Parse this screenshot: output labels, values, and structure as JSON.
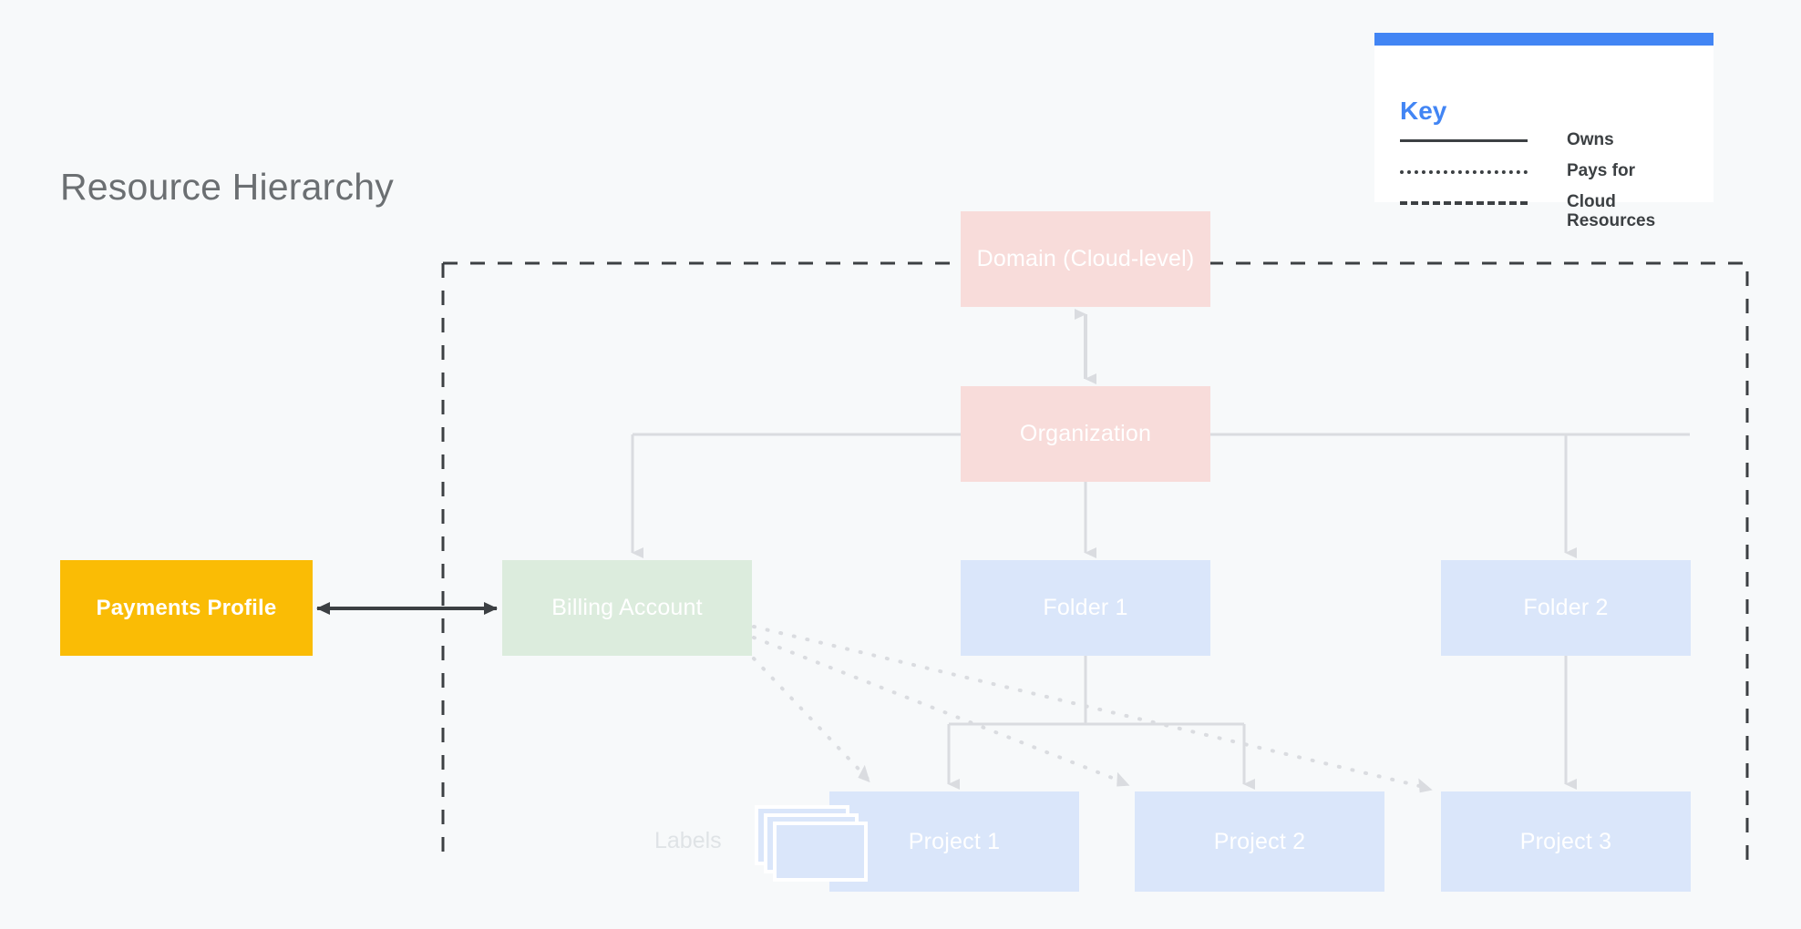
{
  "page": {
    "title": "Resource Hierarchy",
    "background_color": "#f7f9fa"
  },
  "key_panel": {
    "title": "Key",
    "header_color": "#4285f4",
    "title_color": "#4285f4",
    "rows": [
      {
        "style": "solid",
        "label": "Owns"
      },
      {
        "style": "dotted",
        "label": "Pays for"
      },
      {
        "style": "dashed",
        "label": "Cloud Resources"
      }
    ]
  },
  "diagram": {
    "nodes": [
      {
        "id": "domain",
        "label": "Domain (Cloud-level)",
        "color": "#f8dcda",
        "text_color": "#ffffff"
      },
      {
        "id": "organization",
        "label": "Organization",
        "color": "#f8dcda",
        "text_color": "#ffffff"
      },
      {
        "id": "billing",
        "label": "Billing Account",
        "color": "#dcecdd",
        "text_color": "#ffffff"
      },
      {
        "id": "folder1",
        "label": "Folder 1",
        "color": "#dae6fa",
        "text_color": "#ffffff"
      },
      {
        "id": "folder2",
        "label": "Folder 2",
        "color": "#dae6fa",
        "text_color": "#ffffff"
      },
      {
        "id": "project1",
        "label": "Project 1",
        "color": "#dae6fa",
        "text_color": "#ffffff"
      },
      {
        "id": "project2",
        "label": "Project 2",
        "color": "#dae6fa",
        "text_color": "#ffffff"
      },
      {
        "id": "project3",
        "label": "Project 3",
        "color": "#dae6fa",
        "text_color": "#ffffff"
      },
      {
        "id": "payments",
        "label": "Payments Profile",
        "color": "#fabc05",
        "text_color": "#ffffff"
      }
    ],
    "annotations": [
      {
        "id": "labels",
        "label": "Labels",
        "color": "#dfe3e6"
      }
    ],
    "edges": [
      {
        "from": "domain",
        "to": "organization",
        "style": "solid",
        "arrows": "both"
      },
      {
        "from": "organization",
        "to": "billing",
        "style": "solid",
        "arrows": "end"
      },
      {
        "from": "organization",
        "to": "folder1",
        "style": "solid",
        "arrows": "end"
      },
      {
        "from": "organization",
        "to": "folder2",
        "style": "solid",
        "arrows": "end"
      },
      {
        "from": "folder1",
        "to": "project1",
        "style": "solid",
        "arrows": "end"
      },
      {
        "from": "folder1",
        "to": "project2",
        "style": "solid",
        "arrows": "end"
      },
      {
        "from": "folder2",
        "to": "project3",
        "style": "solid",
        "arrows": "end"
      },
      {
        "from": "billing",
        "to": "project1",
        "style": "dotted",
        "arrows": "end"
      },
      {
        "from": "billing",
        "to": "project2",
        "style": "dotted",
        "arrows": "end"
      },
      {
        "from": "billing",
        "to": "project3",
        "style": "dotted",
        "arrows": "end"
      },
      {
        "from": "payments",
        "to": "billing",
        "style": "solid",
        "arrows": "both"
      }
    ],
    "cloud_boundary": {
      "style": "dashed",
      "color": "#3c4043"
    }
  }
}
